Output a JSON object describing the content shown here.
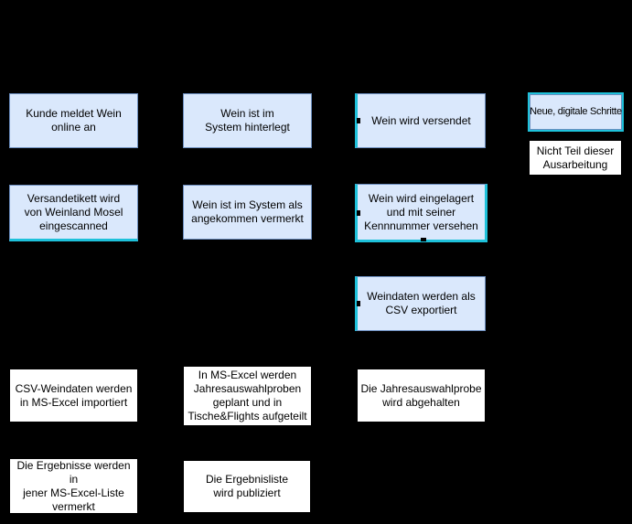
{
  "colors": {
    "background": "#000000",
    "node_fill": "#dae8fc",
    "node_border": "#6c8ebf",
    "highlight": "#1ec1da",
    "manual_fill": "#ffffff",
    "text": "#000000"
  },
  "nodes": [
    {
      "id": "kunde-meldet-wein-online-an",
      "label": "Kunde meldet Wein\nonline an"
    },
    {
      "id": "wein-ist-im-system-hinterlegt",
      "label": "Wein ist im\nSystem hinterlegt"
    },
    {
      "id": "wein-wird-versendet",
      "label": "Wein wird versendet"
    },
    {
      "id": "legend-neue-digitale-schritte",
      "label": "Neue, digitale Schritte"
    },
    {
      "id": "legend-nicht-teil-dieser-ausarbeitung",
      "label": "Nicht Teil dieser\nAusarbeitung"
    },
    {
      "id": "versandetikett-eingescanned",
      "label": "Versandetikett wird\nvon Weinland Mosel\neingescanned"
    },
    {
      "id": "wein-als-angekommen-vermerkt",
      "label": "Wein ist im System als\nangekommen vermerkt"
    },
    {
      "id": "wein-wird-eingelagert",
      "label": "Wein wird eingelagert\nund mit seiner\nKennnummer versehen"
    },
    {
      "id": "weindaten-als-csv-exportiert",
      "label": "Weindaten werden als\nCSV exportiert"
    },
    {
      "id": "csv-weindaten-importiert",
      "label": "CSV-Weindaten werden\nin MS-Excel importiert"
    },
    {
      "id": "excel-jahresauswahlproben-geplant",
      "label": "In MS-Excel werden\nJahresauswahlproben\ngeplant und in\nTische&Flights aufgeteilt"
    },
    {
      "id": "jahresauswahlprobe-abgehalten",
      "label": "Die Jahresauswahlprobe\nwird abgehalten"
    },
    {
      "id": "ergebnisse-vermerkt",
      "label": "Die Ergebnisse werden in\njener MS-Excel-Liste\nvermerkt"
    },
    {
      "id": "ergebnisliste-publiziert",
      "label": "Die Ergebnisliste\nwird publiziert"
    }
  ]
}
